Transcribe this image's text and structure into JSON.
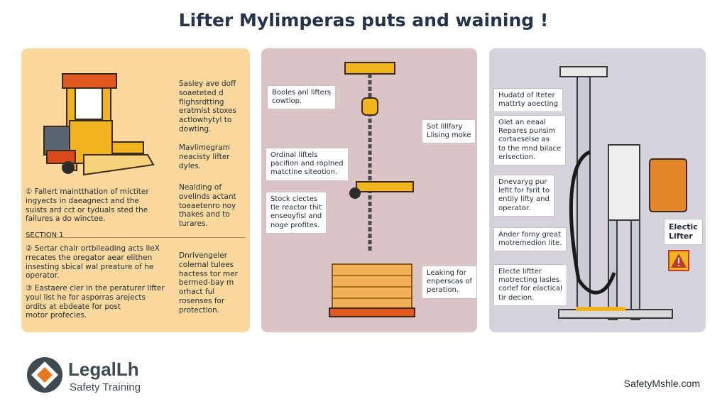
{
  "title": "Lifter Mylimperas puts and waining !",
  "panel1": {
    "top_right": "Sasley ave doff\nsoaeteted d\nflighsrdtting\neratmist stoxes\nactlowhytyl to\ndowting.",
    "middle_right_1": "Mavlimegram\nneacisty lifter\ndyles.",
    "middle_right_2": "Nealding of\novelinds actant\ntoeaetenro noy\nthakes and to\nturares.",
    "left_item": "① Fallert maintthation of mictiter\n    ingyects in daeagnect and the\n    suists ard cct or tyduals sted the\n    failures a do winctee.",
    "section_label": "SECTION 1",
    "item_2": "② Sertar chair ortbileading acts lleX\n    rrecates the oregator aear elithen\n    insesting sbical wal preature of he\n    operator.",
    "item_3": "③ Eastaere cler in the peraturer lifter\n    youl list he for asporras arejects\n    ordits at ebdeate for post\n    motor profecies.",
    "bottom_right": "Dnrivengeler\ncolernal tulees\nhactess tor mer\nbermed-bay m\norhact ful\nrosenses for\nprotection."
  },
  "panel2": {
    "box1": "Booles anl lifters\ncowtlop.",
    "box2": "Sot lillfary\nLlising moke",
    "box3": "Ordinal liftels\npacifion and roplned\nmatctine siteotion.",
    "box4": "Stock clectes\ntle reactor thit\nenseoyfisl and\nnoge profites.",
    "box5": "Leaking for\nenperscas of\nperation."
  },
  "panel3": {
    "box1": "Hudatd of lteter\nmattrty aoecting",
    "box2": "Olet an eeaal\nRepares punsim\ncortaeselse as\nto the mnd bilace\nerisection.",
    "box3": "Dnevaryg pur\nlefit for fsrit to\nentily lifty and\noperator.",
    "box4": "Ander fomy great\nmotremedion lite.",
    "box5": "Electe liftter\nmotrecting lasles\ncorlef for elactical\ntir decion.",
    "label": "Electic\nLifter"
  },
  "brand": {
    "name": "LegalLh",
    "subtitle": "Safety Training"
  },
  "site": "SafetyMshle.com",
  "colors": {
    "panel1_bg": "#fbd89e",
    "panel2_bg": "#dcc3c6",
    "panel3_bg": "#d6d3dc",
    "accent_yellow": "#f2b51f",
    "accent_orange": "#e8791f",
    "title": "#25344a"
  },
  "icons": [
    "forklift-illustration",
    "hoist-chain-illustration",
    "pallet-load-illustration",
    "electric-lifter-illustration",
    "warning-sign-icon",
    "brand-logo-icon"
  ]
}
